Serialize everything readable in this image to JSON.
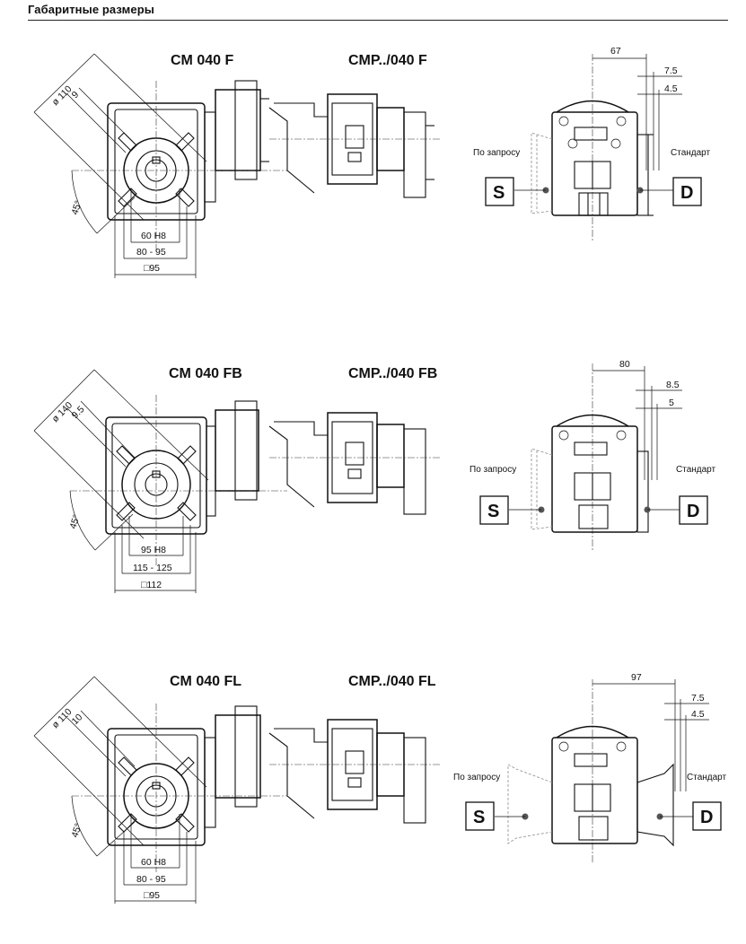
{
  "page": {
    "title": "Габаритные размеры"
  },
  "sections": [
    {
      "title_left": "CM 040 F",
      "title_mid": "CMP../040 F",
      "dims": {
        "diameter": "ø 110",
        "offset": "9",
        "angle": "45°",
        "bore": "60 H8",
        "range": "80 - 95",
        "square": "□95",
        "top": "67",
        "d1": "7.5",
        "d2": "4.5"
      },
      "labels": {
        "left": "По запросу",
        "right": "Стандарт",
        "s": "S",
        "d": "D"
      }
    },
    {
      "title_left": "CM 040 FB",
      "title_mid": "CMP../040 FB",
      "dims": {
        "diameter": "ø 140",
        "offset": "9.5",
        "angle": "45°",
        "bore": "95 H8",
        "range": "115 - 125",
        "square": "□112",
        "top": "80",
        "d1": "8.5",
        "d2": "5"
      },
      "labels": {
        "left": "По запросу",
        "right": "Стандарт",
        "s": "S",
        "d": "D"
      }
    },
    {
      "title_left": "CM 040 FL",
      "title_mid": "CMP../040 FL",
      "dims": {
        "diameter": "ø 110",
        "offset": "10",
        "angle": "45°",
        "bore": "60 H8",
        "range": "80 - 95",
        "square": "□95",
        "top": "97",
        "d1": "7.5",
        "d2": "4.5"
      },
      "labels": {
        "left": "По запросу",
        "right": "Стандарт",
        "s": "S",
        "d": "D"
      }
    }
  ]
}
